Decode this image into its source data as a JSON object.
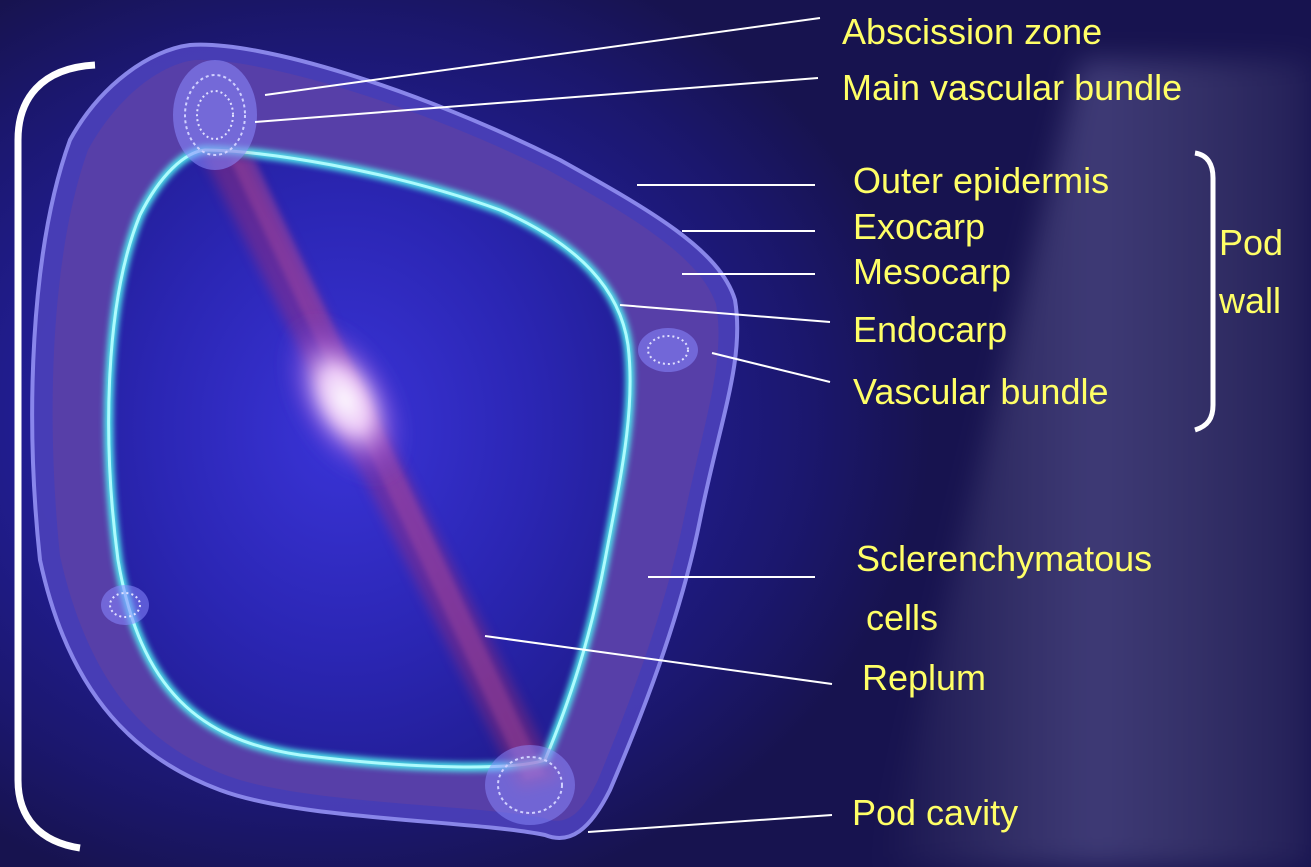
{
  "labels": {
    "abscission_zone": "Abscission zone",
    "main_vascular_bundle": "Main vascular bundle",
    "outer_epidermis": "Outer epidermis",
    "exocarp": "Exocarp",
    "mesocarp": "Mesocarp",
    "endocarp": "Endocarp",
    "vascular_bundle": "Vascular bundle",
    "pod_wall_line1": "Pod",
    "pod_wall_line2": "wall",
    "sclerenchymatous_line1": "Sclerenchymatous",
    "sclerenchymatous_line2": "cells",
    "replum": "Replum",
    "pod_cavity": "Pod cavity"
  },
  "colors": {
    "label_text": "#ffff66",
    "leader_line": "#ffffff",
    "background": "#1a1660",
    "endocarp_glow": "#4ff0f0",
    "replum_tint": "#c0306a"
  }
}
